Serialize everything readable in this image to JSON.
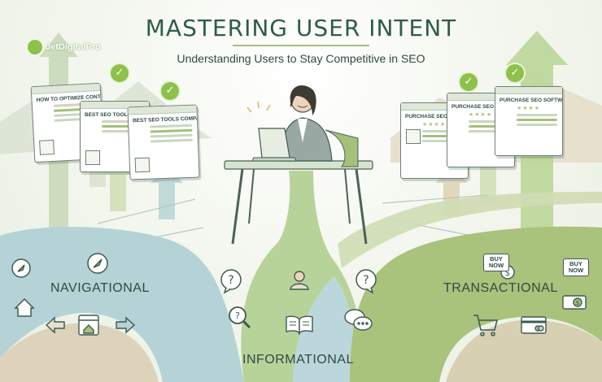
{
  "header": {
    "title": "MASTERING USER INTENT",
    "subtitle": "Understanding Users to Stay Competitive in SEO"
  },
  "logo": {
    "text": "JetDigitalPro"
  },
  "cards_left": [
    {
      "title": "HOW TO OPTIMIZE CONTENT"
    },
    {
      "title": "BEST SEO TOOLS COMPARISON"
    },
    {
      "title": "BEST SEO TOOLS COMPARISON"
    }
  ],
  "cards_right": [
    {
      "title": "PURCHASE SEO SOFTWARE"
    },
    {
      "title": "PURCHASE SEO SOFTWARE"
    },
    {
      "title": "PURCHASE SEO SOFTWARE"
    }
  ],
  "intents": {
    "navigational": "NAVIGATIONAL",
    "informational": "INFORMATIONAL",
    "transactional": "TRANSACTIONAL"
  },
  "buy_badges": [
    "BUY NOW",
    "BUY NOW"
  ],
  "icons": {
    "navigational": [
      "compass-icon",
      "compass-icon",
      "home-icon",
      "back-arrow-icon",
      "browser-home-icon",
      "forward-arrow-icon"
    ],
    "informational": [
      "question-bubble-icon",
      "question-bubble-icon",
      "magnifier-question-icon",
      "magnifier-question-icon",
      "person-icon",
      "open-book-icon",
      "chat-bubbles-icon"
    ],
    "transactional": [
      "buy-now-badge-icon",
      "buy-now-badge-icon",
      "dollar-coin-icon",
      "shopping-cart-icon",
      "credit-card-icon",
      "cash-icon"
    ]
  },
  "colors": {
    "title": "#2f5b4a",
    "accent_green": "#8dc14a",
    "path_blue": "#b5d3d6",
    "path_green": "#a6c07a",
    "path_tan": "#ddd3bb"
  }
}
